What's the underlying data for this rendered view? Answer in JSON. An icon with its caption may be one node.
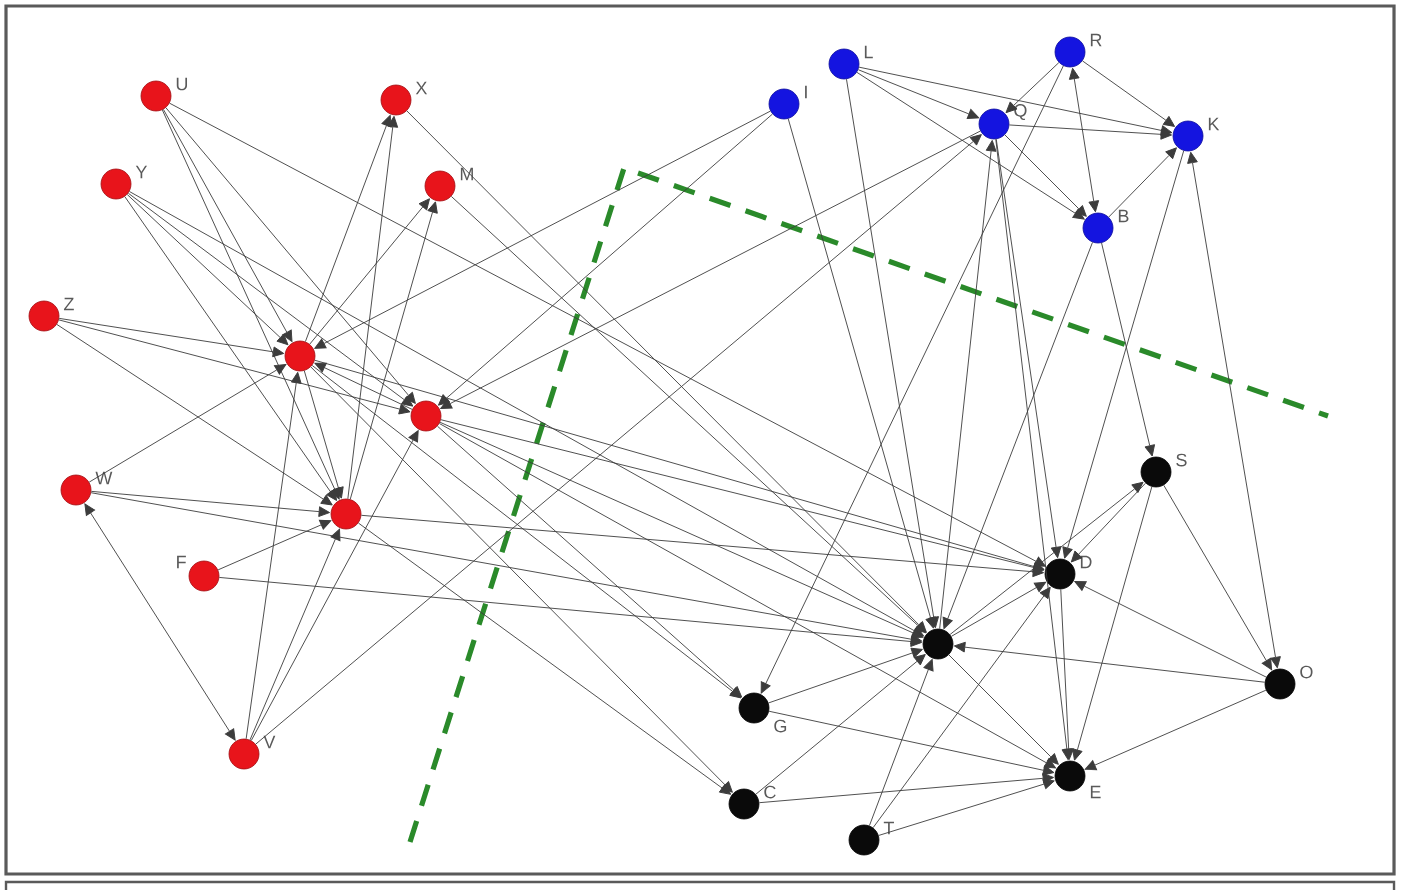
{
  "diagram": {
    "nodes": [
      {
        "text": [
          "R"
        ]
      },
      {
        "text": [
          "L"
        ]
      },
      {
        "text": [
          "U"
        ]
      },
      {
        "text": [
          "X"
        ]
      },
      {
        "text": [
          "I"
        ]
      },
      {
        "text": [
          "Q"
        ]
      },
      {
        "text": [
          "K"
        ]
      },
      {
        "text": [
          "Y"
        ]
      },
      {
        "text": [
          "M"
        ]
      },
      {
        "text": [
          "B"
        ]
      },
      {
        "text": [
          "Z"
        ]
      },
      {
        "text": [],
        "shape": "circle"
      },
      {
        "text": [],
        "shape": "circle"
      },
      {
        "text": [
          "S"
        ]
      },
      {
        "text": [
          "W"
        ]
      },
      {
        "text": [],
        "shape": "circle"
      },
      {
        "text": [
          "D"
        ]
      },
      {
        "text": [
          "F"
        ]
      },
      {
        "text": [],
        "shape": "circle"
      },
      {
        "text": [
          "O"
        ]
      },
      {
        "text": [
          "G"
        ]
      },
      {
        "text": [
          "V"
        ]
      },
      {
        "text": [
          "E"
        ]
      },
      {
        "text": [
          "C"
        ]
      },
      {
        "text": [
          "T"
        ]
      }
    ],
    "edges": [
      {
        "from": 2,
        "to": 11,
        "arrow": "to"
      },
      {
        "from": 2,
        "to": 12,
        "arrow": "to"
      },
      {
        "from": 2,
        "to": 15,
        "arrow": "to"
      },
      {
        "from": 2,
        "to": 16,
        "arrow": "to"
      },
      {
        "from": 7,
        "to": 11,
        "arrow": "to"
      },
      {
        "from": 7,
        "to": 12,
        "arrow": "to"
      },
      {
        "from": 7,
        "to": 15,
        "arrow": "to"
      },
      {
        "from": 7,
        "to": 18,
        "arrow": "to"
      },
      {
        "from": 10,
        "to": 11,
        "arrow": "to"
      },
      {
        "from": 10,
        "to": 15,
        "arrow": "to"
      },
      {
        "from": 10,
        "to": 12,
        "arrow": "to"
      },
      {
        "from": 11,
        "to": 3,
        "arrow": "to"
      },
      {
        "from": 15,
        "to": 3,
        "arrow": "to"
      },
      {
        "from": 11,
        "to": 8,
        "arrow": "to"
      },
      {
        "from": 15,
        "to": 8,
        "arrow": "to"
      },
      {
        "from": 3,
        "to": 18,
        "arrow": "to"
      },
      {
        "from": 8,
        "to": 18,
        "arrow": "to"
      },
      {
        "from": 12,
        "to": 11,
        "arrow": "to"
      },
      {
        "from": 11,
        "to": 15,
        "arrow": "to"
      },
      {
        "from": 14,
        "to": 15,
        "arrow": "to"
      },
      {
        "from": 14,
        "to": 11,
        "arrow": "to"
      },
      {
        "from": 14,
        "to": 21,
        "arrow": "both"
      },
      {
        "from": 14,
        "to": 18,
        "arrow": "to"
      },
      {
        "from": 17,
        "to": 15,
        "arrow": "to"
      },
      {
        "from": 17,
        "to": 18,
        "arrow": "to"
      },
      {
        "from": 21,
        "to": 15,
        "arrow": "to"
      },
      {
        "from": 21,
        "to": 11,
        "arrow": "to"
      },
      {
        "from": 21,
        "to": 12,
        "arrow": "to"
      },
      {
        "from": 21,
        "to": 5,
        "arrow": "to"
      },
      {
        "from": 12,
        "to": 16,
        "arrow": "to"
      },
      {
        "from": 12,
        "to": 18,
        "arrow": "to"
      },
      {
        "from": 12,
        "to": 22,
        "arrow": "to"
      },
      {
        "from": 11,
        "to": 16,
        "arrow": "to"
      },
      {
        "from": 11,
        "to": 20,
        "arrow": "to"
      },
      {
        "from": 15,
        "to": 16,
        "arrow": "to"
      },
      {
        "from": 15,
        "to": 23,
        "arrow": "to"
      },
      {
        "from": 11,
        "to": 23,
        "arrow": "to"
      },
      {
        "from": 12,
        "to": 20,
        "arrow": "to"
      },
      {
        "from": 4,
        "to": 11,
        "arrow": "to"
      },
      {
        "from": 4,
        "to": 12,
        "arrow": "to"
      },
      {
        "from": 4,
        "to": 18,
        "arrow": "to"
      },
      {
        "from": 1,
        "to": 5,
        "arrow": "to"
      },
      {
        "from": 1,
        "to": 6,
        "arrow": "to"
      },
      {
        "from": 1,
        "to": 9,
        "arrow": "to"
      },
      {
        "from": 1,
        "to": 18,
        "arrow": "to"
      },
      {
        "from": 0,
        "to": 5,
        "arrow": "to"
      },
      {
        "from": 0,
        "to": 6,
        "arrow": "to"
      },
      {
        "from": 0,
        "to": 9,
        "arrow": "both"
      },
      {
        "from": 5,
        "to": 6,
        "arrow": "to"
      },
      {
        "from": 5,
        "to": 9,
        "arrow": "to"
      },
      {
        "from": 9,
        "to": 6,
        "arrow": "to"
      },
      {
        "from": 9,
        "to": 13,
        "arrow": "to"
      },
      {
        "from": 9,
        "to": 18,
        "arrow": "to"
      },
      {
        "from": 6,
        "to": 19,
        "arrow": "both"
      },
      {
        "from": 6,
        "to": 16,
        "arrow": "to"
      },
      {
        "from": 18,
        "to": 5,
        "arrow": "to"
      },
      {
        "from": 5,
        "to": 16,
        "arrow": "to"
      },
      {
        "from": 5,
        "to": 22,
        "arrow": "to"
      },
      {
        "from": 5,
        "to": 12,
        "arrow": "to"
      },
      {
        "from": 0,
        "to": 20,
        "arrow": "to"
      },
      {
        "from": 13,
        "to": 16,
        "arrow": "to"
      },
      {
        "from": 13,
        "to": 22,
        "arrow": "to"
      },
      {
        "from": 13,
        "to": 19,
        "arrow": "to"
      },
      {
        "from": 18,
        "to": 13,
        "arrow": "to"
      },
      {
        "from": 16,
        "to": 22,
        "arrow": "to"
      },
      {
        "from": 19,
        "to": 16,
        "arrow": "to"
      },
      {
        "from": 19,
        "to": 18,
        "arrow": "to"
      },
      {
        "from": 19,
        "to": 22,
        "arrow": "to"
      },
      {
        "from": 18,
        "to": 16,
        "arrow": "to"
      },
      {
        "from": 18,
        "to": 22,
        "arrow": "to"
      },
      {
        "from": 20,
        "to": 18,
        "arrow": "to"
      },
      {
        "from": 20,
        "to": 22,
        "arrow": "to"
      },
      {
        "from": 23,
        "to": 22,
        "arrow": "to"
      },
      {
        "from": 23,
        "to": 18,
        "arrow": "to"
      },
      {
        "from": 24,
        "to": 18,
        "arrow": "to"
      },
      {
        "from": 24,
        "to": 22,
        "arrow": "to"
      },
      {
        "from": 24,
        "to": 16,
        "arrow": "to"
      }
    ]
  }
}
